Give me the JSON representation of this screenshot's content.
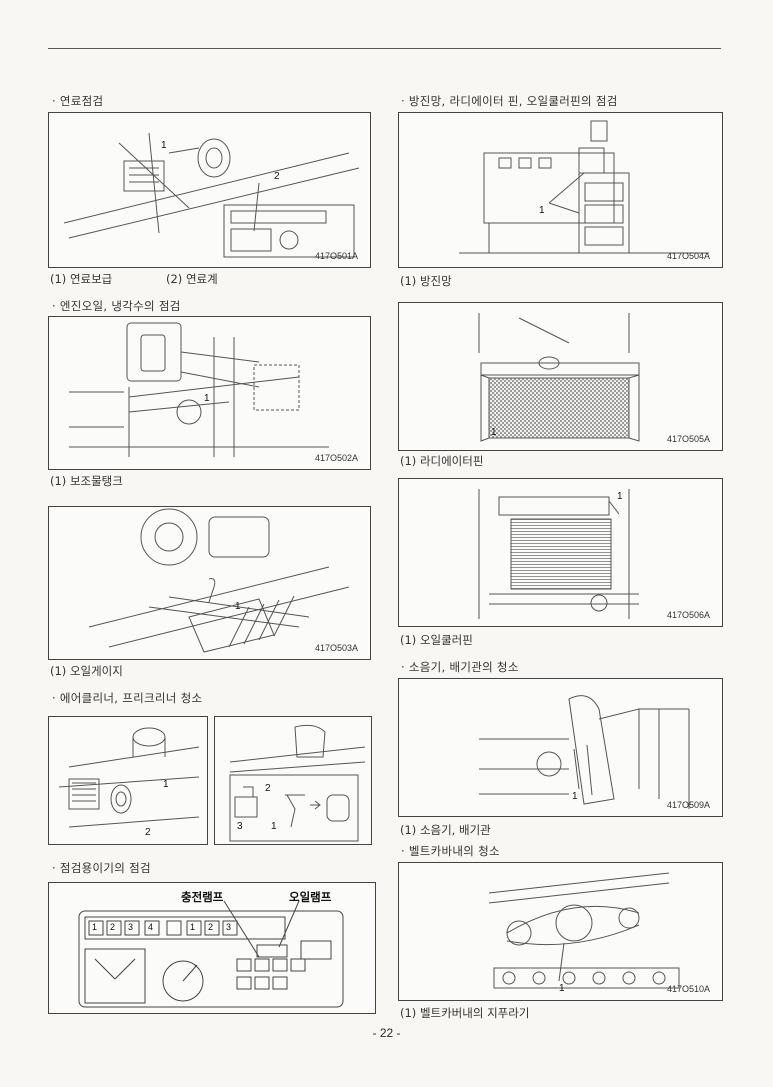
{
  "page_number": "- 22 -",
  "sections": {
    "fuel": {
      "heading": "· 연료점검",
      "figure_code": "417O501A",
      "caption_1": "(1) 연료보급",
      "caption_2": "(2) 연료계",
      "callouts": [
        "1",
        "2"
      ]
    },
    "coolant": {
      "heading": "· 엔진오일, 냉각수의 점검",
      "figure_code": "417O502A",
      "caption": "(1) 보조물탱크",
      "callouts": [
        "1"
      ]
    },
    "oil_gauge": {
      "figure_code": "417O503A",
      "caption": "(1) 오일게이지",
      "callouts": [
        "1"
      ]
    },
    "air_cleaner": {
      "heading": "· 에어클리너, 프리크리너 청소",
      "callouts_left": [
        "1",
        "2"
      ],
      "callouts_right": [
        "2",
        "3",
        "1"
      ]
    },
    "instrument": {
      "heading": "· 점검용이기의 점검",
      "label_charge_lamp": "충전램프",
      "label_oil_lamp": "오일램프",
      "panel_digits": [
        "1",
        "2",
        "3",
        "4",
        "1",
        "2",
        "3"
      ]
    },
    "dust_screen": {
      "heading": "· 방진망, 라디에이터 핀, 오일쿨러핀의 점검",
      "figure_code": "417O504A",
      "caption": "(1) 방진망",
      "callouts": [
        "1"
      ]
    },
    "radiator": {
      "figure_code": "417O505A",
      "caption": "(1) 라디에이터핀",
      "callouts": [
        "1"
      ]
    },
    "oil_cooler": {
      "figure_code": "417O506A",
      "caption": "(1) 오일쿨러핀",
      "callouts": [
        "1"
      ]
    },
    "muffler": {
      "heading": "· 소음기, 배기관의 청소",
      "figure_code": "417O509A",
      "caption": "(1) 소음기, 배기관",
      "callouts": [
        "1"
      ]
    },
    "belt_cover": {
      "heading": "· 벨트카바내의 청소",
      "figure_code": "417O510A",
      "caption": "(1) 벨트카버내의 지푸라기",
      "callouts": [
        "1"
      ]
    }
  }
}
